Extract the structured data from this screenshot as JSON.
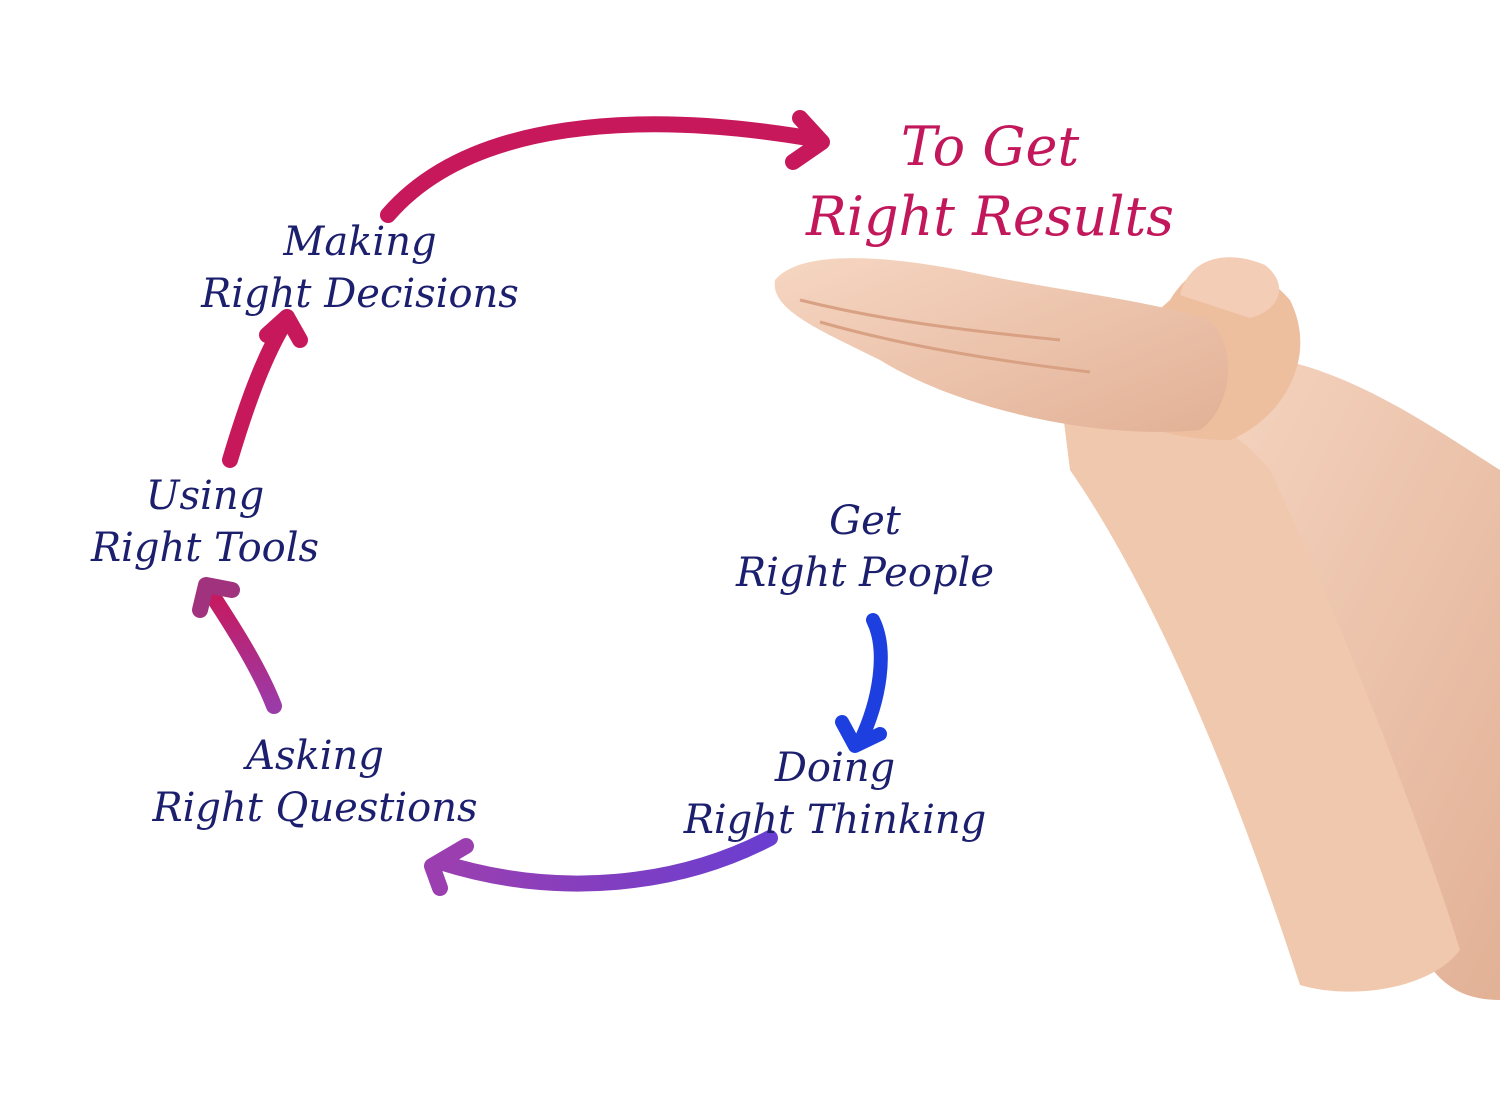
{
  "colors": {
    "text_primary": "#1c1f6e",
    "text_result": "#c2185b",
    "arrow_magenta": "#c8185c",
    "arrow_purple": "#8a3fb4",
    "arrow_blue": "#1d3fe0",
    "skin": "#efc6ac",
    "background": "#ffffff"
  },
  "steps": {
    "result": {
      "line1": "To Get",
      "line2": "Right Results"
    },
    "people": {
      "line1": "Get",
      "line2": "Right People"
    },
    "thinking": {
      "line1": "Doing",
      "line2": "Right Thinking"
    },
    "questions": {
      "line1": "Asking",
      "line2": "Right Questions"
    },
    "tools": {
      "line1": "Using",
      "line2": "Right Tools"
    },
    "decisions": {
      "line1": "Making",
      "line2": "Right Decisions"
    }
  },
  "image": {
    "subject": "hands-holding"
  }
}
